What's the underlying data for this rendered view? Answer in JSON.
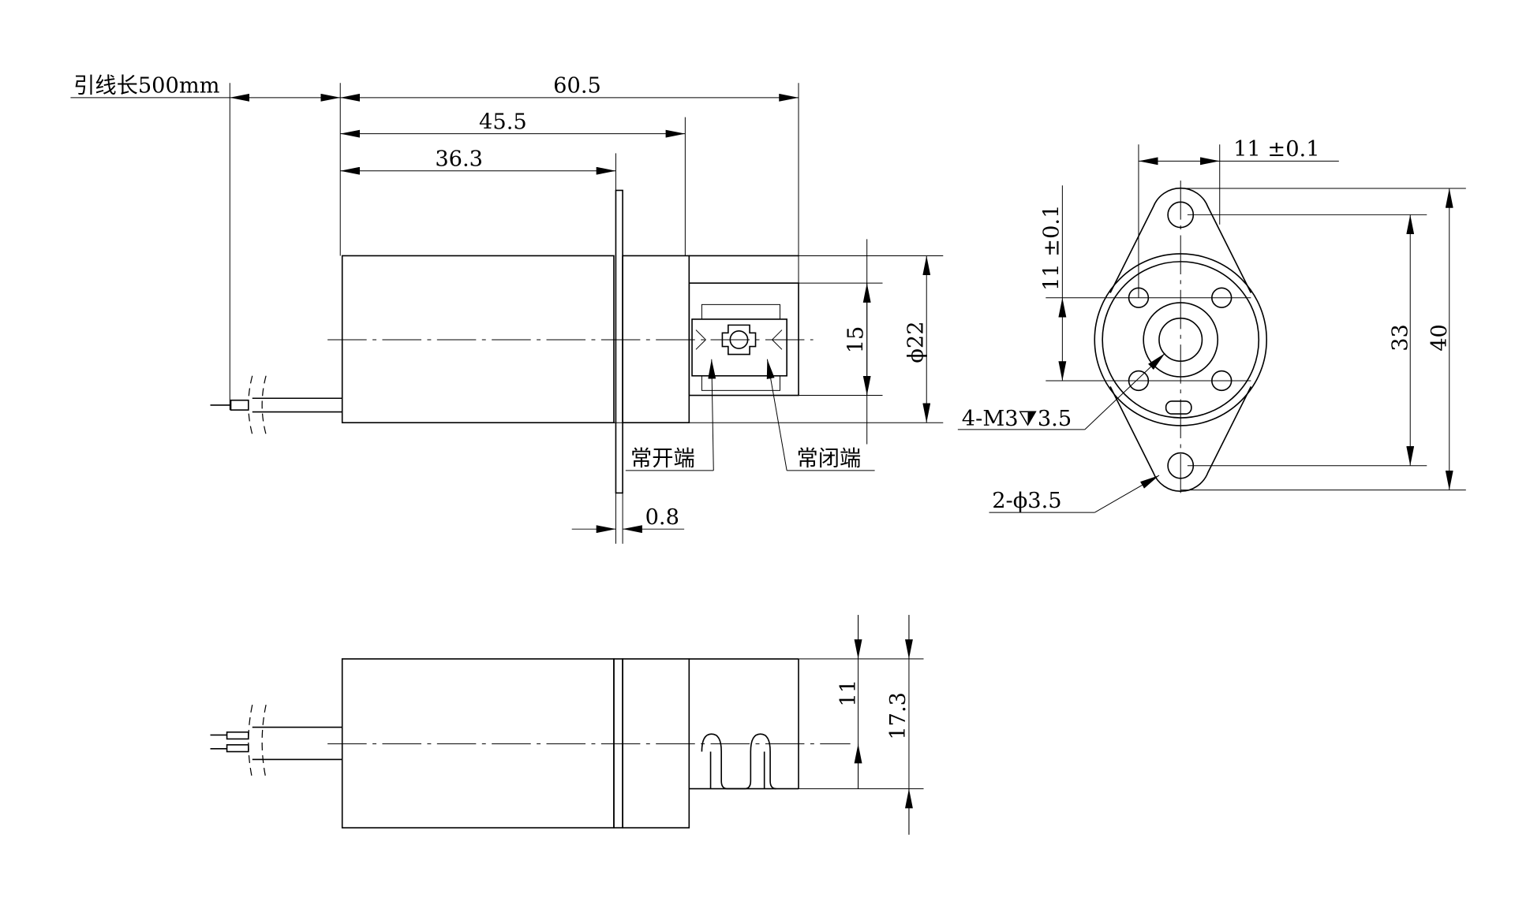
{
  "title": "Solenoid / switch dimensional drawing",
  "units": "mm",
  "labels": {
    "lead_length": "引线长500mm",
    "normally_open": "常开端",
    "normally_closed": "常闭端",
    "thread_holes": "4-M3⧩3.5",
    "mount_holes": "2-ϕ3.5"
  },
  "dimensions": {
    "overall_length": "60.5",
    "length_to_frame": "45.5",
    "body_length": "36.3",
    "plate_thickness": "0.8",
    "contact_span": "15",
    "body_diameter": "ϕ22",
    "hole_spacing_h": "11 ±0.1",
    "hole_spacing_v": "11 ±0.1",
    "mount_hole_spacing": "33",
    "flange_length": "40",
    "side_height_a": "11",
    "side_height_b": "17.3"
  }
}
